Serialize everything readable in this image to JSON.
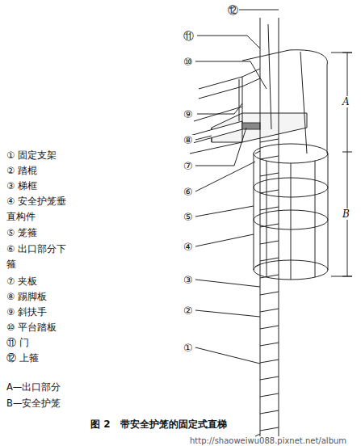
{
  "diagram": {
    "caption": "图 2　带安全护笼的固定式直梯",
    "labels": [
      "① 固定支架",
      "② 踏棍",
      "③ 梯框",
      "④ 安全护笼垂直构件",
      "⑤ 笼箍",
      "⑥ 出口部分下箍",
      "⑦ 夹板",
      "⑧ 踢脚板",
      "⑨ 斜扶手",
      "⑩ 平台踏板",
      "⑪ 门",
      "⑫ 上箍",
      "A—出口部分",
      "B—安全护笼",
      "⑫",
      "⑪",
      "⑩",
      "⑨",
      "⑧",
      "⑦",
      "⑥",
      "⑤",
      "④",
      "③",
      "②",
      "①",
      "A",
      "B",
      "http://shaoweiwu088.pixnet.net/album"
    ]
  }
}
